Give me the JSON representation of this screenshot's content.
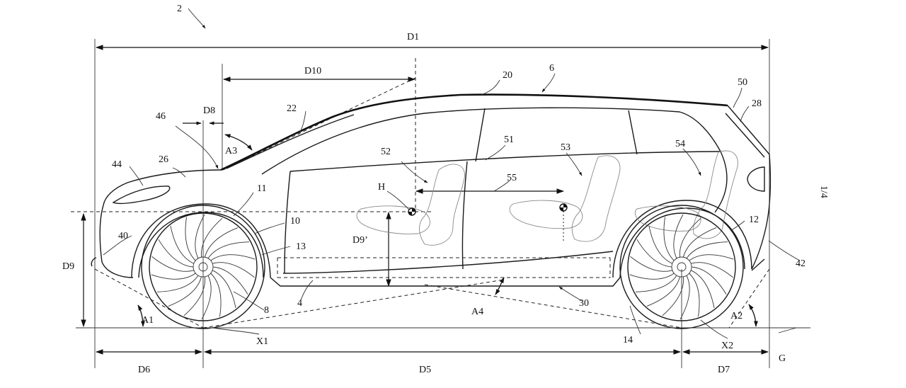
{
  "dimensions": {
    "D1": "D1",
    "D5": "D5",
    "D6": "D6",
    "D7": "D7",
    "D8": "D8",
    "D9": "D9",
    "D9p": "D9’",
    "D10": "D10"
  },
  "angles": {
    "A1": "A1",
    "A2": "A2",
    "A3": "A3",
    "A4": "A4"
  },
  "points": {
    "H": "H",
    "X1": "X1",
    "X2": "X2",
    "G": "G"
  },
  "refs": {
    "r2": "2",
    "r4": "4",
    "r6": "6",
    "r8": "8",
    "r10": "10",
    "r11": "11",
    "r12": "12",
    "r13": "13",
    "r14": "14",
    "r20": "20",
    "r22": "22",
    "r26": "26",
    "r28": "28",
    "r30": "30",
    "r40": "40",
    "r42": "42",
    "r44": "44",
    "r46": "46",
    "r50": "50",
    "r51": "51",
    "r52": "52",
    "r53": "53",
    "r54": "54",
    "r55": "55"
  },
  "sheet": "1/4"
}
